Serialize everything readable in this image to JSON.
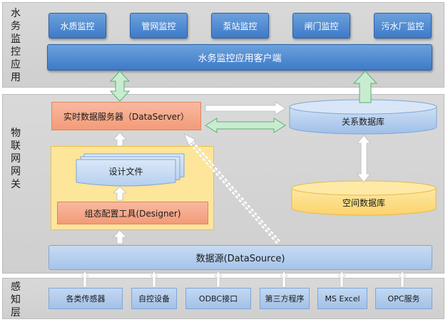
{
  "layers": {
    "app": "水务监控应用",
    "gateway": "物联网网关",
    "perception": "感知层"
  },
  "app_modules": [
    "水质监控",
    "管网监控",
    "泵站监控",
    "闸门监控",
    "污水厂监控"
  ],
  "client": "水务监控应用客户端",
  "dataserver": "实时数据服务器（DataServer）",
  "relational_db": "关系数据库",
  "spatial_db": "空间数据库",
  "design_file": "设计文件",
  "designer": "组态配置工具(Designer)",
  "datasource": "数据源(DataSource)",
  "sources": [
    "各类传感器",
    "自控设备",
    "ODBC接口",
    "第三方程序",
    "MS Excel",
    "OPC服务"
  ],
  "colors": {
    "band": "#d9d9d9",
    "blue_box": "#4a86cf",
    "salmon": "#f4a683",
    "yellow": "#fde59a",
    "green_arrow": "#c8ecd0",
    "cylinder_blue": "#b8d0ee",
    "cylinder_yellow": "#fddf7f"
  }
}
